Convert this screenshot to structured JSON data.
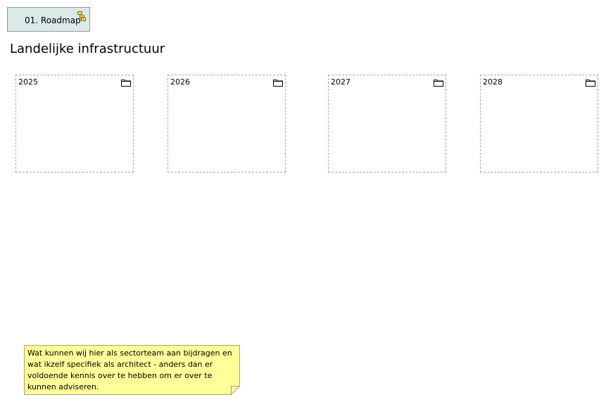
{
  "view_reference": {
    "label": "01. Roadmap",
    "icon": "view-reference-icon",
    "fill_color": "#dbe9e8"
  },
  "diagram": {
    "title": "Landelijke infrastructuur"
  },
  "groups": [
    {
      "label": "2025",
      "icon": "folder-icon"
    },
    {
      "label": "2026",
      "icon": "folder-icon"
    },
    {
      "label": "2027",
      "icon": "folder-icon"
    },
    {
      "label": "2028",
      "icon": "folder-icon"
    }
  ],
  "note": {
    "text": "Wat kunnen wij hier als sectorteam aan bijdragen en wat ikzelf specifiek als architect - anders dan er voldoende kennis over te hebben om er over te kunnen adviseren.",
    "fill_color": "#ffff99"
  }
}
